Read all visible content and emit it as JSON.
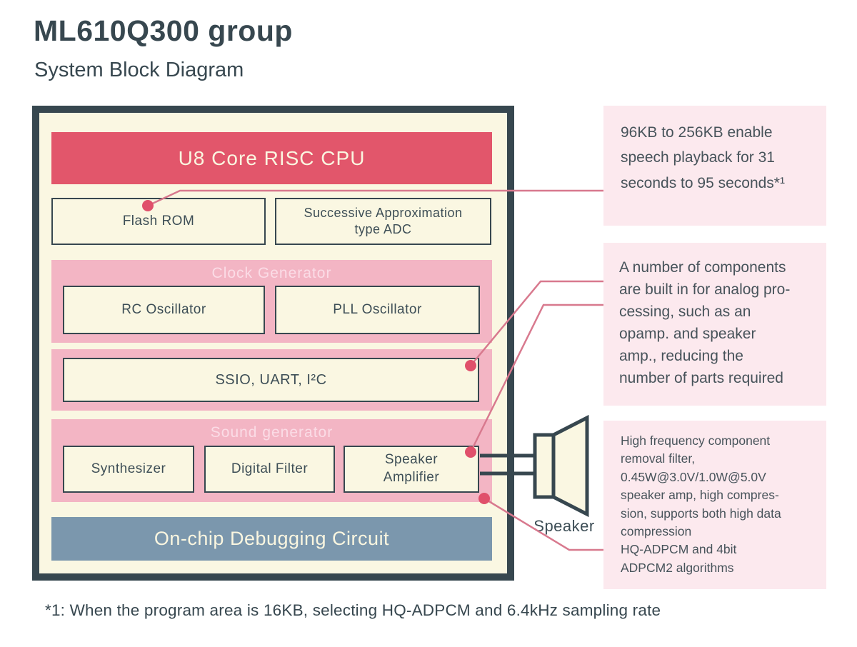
{
  "colors": {
    "slate": "#37474f",
    "cream": "#faf7e2",
    "cream_text": "#faf6e0",
    "red": "#e2566b",
    "pink": "#f3b5c4",
    "pink_label": "#fbdce6",
    "callout_bg": "#fce9ee",
    "blue": "#7b97ad",
    "line": "#d8798e",
    "dot": "#e0506b"
  },
  "header": {
    "title": "ML610Q300 group",
    "subtitle": "System Block Diagram"
  },
  "diagram": {
    "cpu": "U8 Core RISC CPU",
    "flash_rom": "Flash ROM",
    "adc": "Successive Approximation\ntype ADC",
    "clock": {
      "label": "Clock Generator",
      "rc": "RC Oscillator",
      "pll": "PLL Oscillator"
    },
    "bus": "SSIO, UART, I²C",
    "sound": {
      "label": "Sound generator",
      "synth": "Synthesizer",
      "filter": "Digital Filter",
      "amp": "Speaker\nAmplifier"
    },
    "debug": "On-chip Debugging Circuit",
    "speaker_label": "Speaker"
  },
  "callouts": [
    {
      "text": "96KB to 256KB enable\nspeech playback for 31\nseconds to 95 seconds*¹"
    },
    {
      "text": "A number of components\nare built in for analog pro-\ncessing, such as an\nopamp. and speaker\namp., reducing the\nnumber of parts required"
    },
    {
      "text": "High frequency component\nremoval filter,\n0.45W@3.0V/1.0W@5.0V\nspeaker amp, high compres-\nsion, supports both high data\ncompression\nHQ-ADPCM and 4bit\nADPCM2 algorithms"
    }
  ],
  "footnote": "*1: When the program area is 16KB, selecting HQ-ADPCM and 6.4kHz sampling rate"
}
